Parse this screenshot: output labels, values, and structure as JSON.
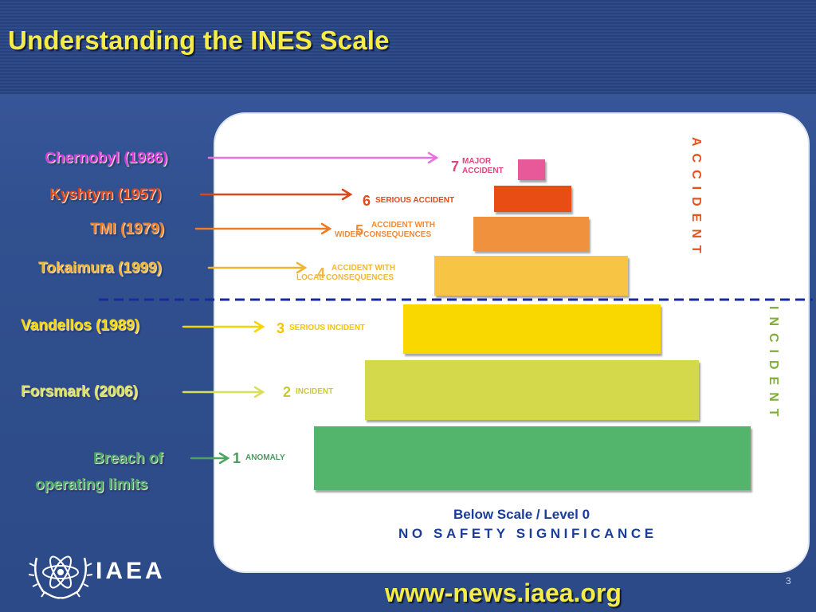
{
  "title": "Understanding the INES Scale",
  "levels": [
    {
      "number": "7",
      "text": "MAJOR ACCIDENT",
      "color": "#e0457d",
      "bar_color": "#e8599a"
    },
    {
      "number": "6",
      "text": "SERIOUS ACCIDENT",
      "color": "#e04a1a",
      "bar_color": "#e84e14"
    },
    {
      "number": "5",
      "text": "ACCIDENT WITH WIDER CONSEQUENCES",
      "color": "#ee8a38",
      "bar_color": "#f0923d"
    },
    {
      "number": "4",
      "text": "ACCIDENT WITH LOCAL CONSEQUENCES",
      "color": "#f2b63a",
      "bar_color": "#f8c443"
    },
    {
      "number": "3",
      "text": "SERIOUS INCIDENT",
      "color": "#f5c400",
      "bar_color": "#f9d800"
    },
    {
      "number": "2",
      "text": "INCIDENT",
      "color": "#c9c93c",
      "bar_color": "#d3d94a"
    },
    {
      "number": "1",
      "text": "ANOMALY",
      "color": "#4a9a5c",
      "bar_color": "#53b56c"
    }
  ],
  "events": [
    {
      "label": "Chernobyl (1986)",
      "color": "#d23bd6"
    },
    {
      "label": "Kyshtym (1957)",
      "color": "#e0441a"
    },
    {
      "label": "TMI (1979)",
      "color": "#ec7d24"
    },
    {
      "label": "Tokaimura (1999)",
      "color": "#f0b430"
    },
    {
      "label": "Vandellos (1989)",
      "color": "#f5d400"
    },
    {
      "label": "Forsmark (2006)",
      "color": "#d8e05a"
    },
    {
      "label": "Breach of operating limits",
      "label_line1": "Breach of",
      "label_line2": "operating limits",
      "color": "#4ba660"
    }
  ],
  "side_labels": {
    "accident": "ACCIDENT",
    "incident": "INCIDENT",
    "accident_color": "#e8501e",
    "incident_color": "#7fae3a"
  },
  "below_scale": {
    "line1": "Below Scale / Level 0",
    "line2": "NO SAFETY SIGNIFICANCE"
  },
  "logo": {
    "text": "IAEA",
    "icon": "atom-laurel-icon"
  },
  "url": "www-news.iaea.org",
  "page_number": "3",
  "colors": {
    "title": "#f6ec47",
    "background": "#31508f",
    "divider": "#1a2a9a"
  }
}
